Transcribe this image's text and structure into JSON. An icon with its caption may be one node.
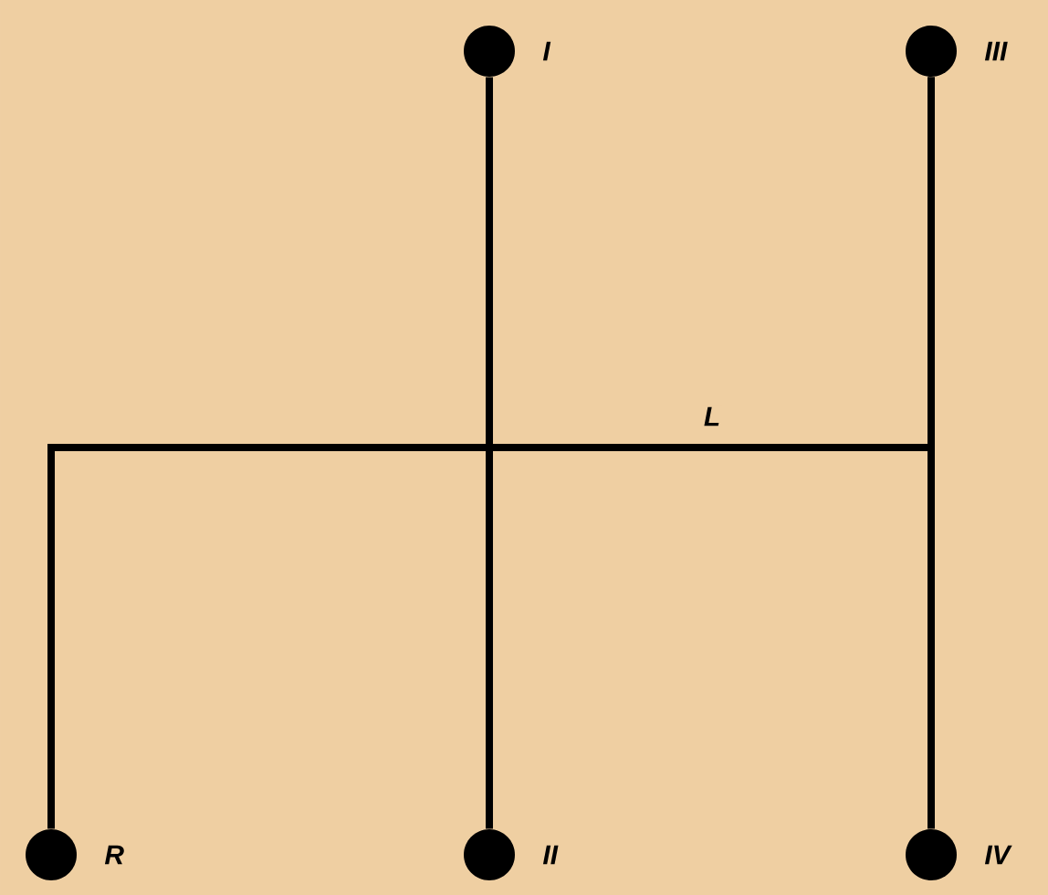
{
  "diagram": {
    "nodes": [
      {
        "text": [],
        "shape": "circle",
        "beside": [
          "I"
        ]
      },
      {
        "text": [],
        "shape": "circle",
        "beside": [
          "II"
        ]
      },
      {
        "text": [],
        "shape": "circle",
        "beside": [
          "III"
        ]
      },
      {
        "text": [],
        "shape": "circle",
        "beside": [
          "IV"
        ]
      },
      {
        "text": [],
        "shape": "circle",
        "beside": [
          "R"
        ]
      }
    ],
    "edges": [
      {
        "from": 0,
        "to": 1,
        "arrow": "none"
      },
      {
        "from": 2,
        "to": 3,
        "arrow": "none"
      },
      {
        "from": 4,
        "to": 2,
        "arrow": "none",
        "label": "L"
      }
    ]
  }
}
